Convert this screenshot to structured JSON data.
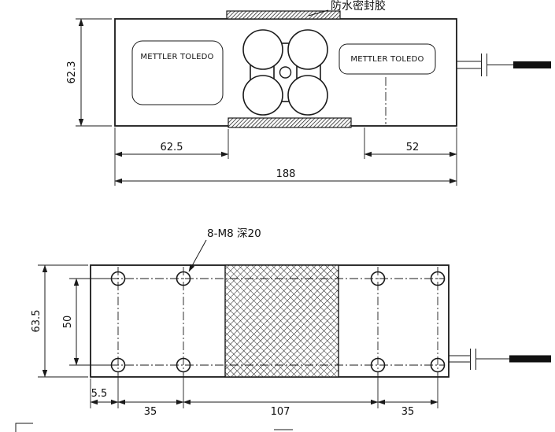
{
  "drawing": {
    "background": "#ffffff",
    "line_color": "#1a1a1a",
    "top_view": {
      "sealant_label": "防水密封胶",
      "brand_left": "METTLER TOLEDO",
      "brand_right": "METTLER TOLEDO",
      "dim_height": "62.3",
      "dim_left": "62.5",
      "dim_right": "52",
      "dim_total": "188"
    },
    "bottom_view": {
      "holes_label": "8-M8 深20",
      "dim_height": "63.5",
      "dim_rows": "50",
      "dim_edge": "5.5",
      "dim_left_span": "35",
      "dim_center_span": "107",
      "dim_right_span": "35"
    }
  }
}
